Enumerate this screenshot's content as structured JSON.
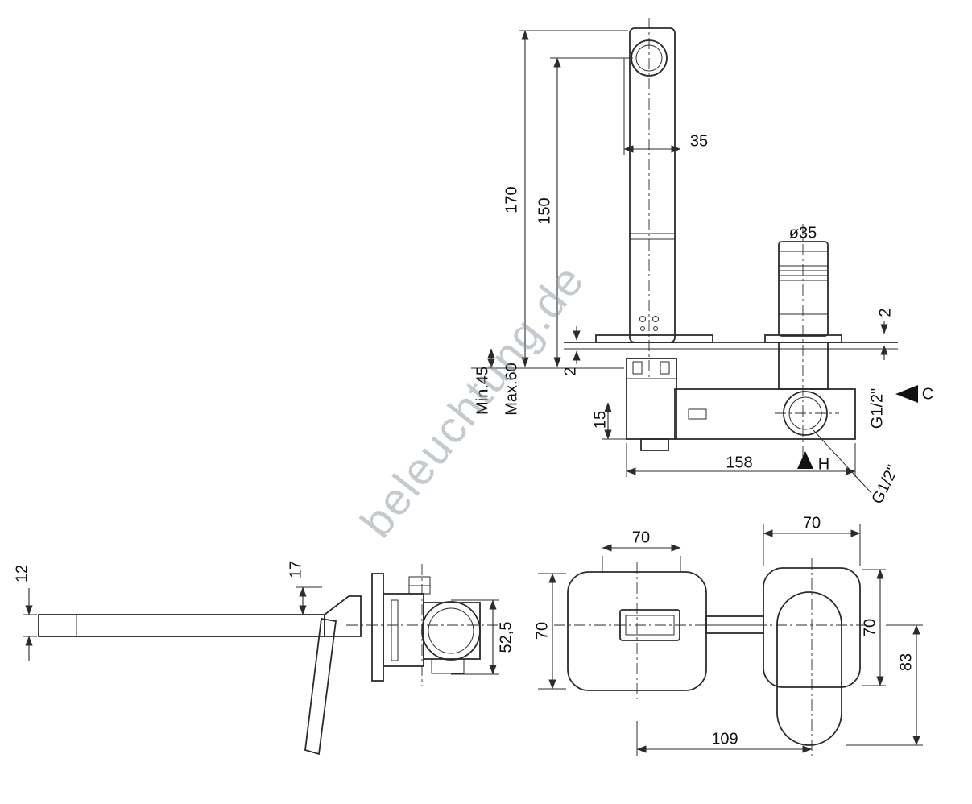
{
  "page": {
    "background": "#ffffff"
  },
  "watermark": {
    "text": "beleuchtung.de",
    "color": "#8d97a3"
  },
  "drawing": {
    "top_view": {
      "spout_width": "35",
      "height_total": "170",
      "height_to_spout": "150",
      "wall_min": "Min.45",
      "wall_max": "Max.60",
      "plate_gap_left": "2",
      "plate_gap_right": "2",
      "cartridge_diameter": "ø35",
      "spout_drop": "15",
      "body_length": "158",
      "cold_inlet_thread": "G1/2\"",
      "cold_label": "C",
      "hot_label": "H",
      "hot_inlet_thread": "G1/2\""
    },
    "side_view": {
      "spout_tip_height": "12",
      "spout_base_height": "17",
      "body_height": "52,5"
    },
    "front_view": {
      "spout_plate_width": "70",
      "handle_plate_width": "70",
      "spout_plate_height": "70",
      "handle_plate_height": "70",
      "handle_length": "83",
      "center_distance": "109"
    }
  }
}
